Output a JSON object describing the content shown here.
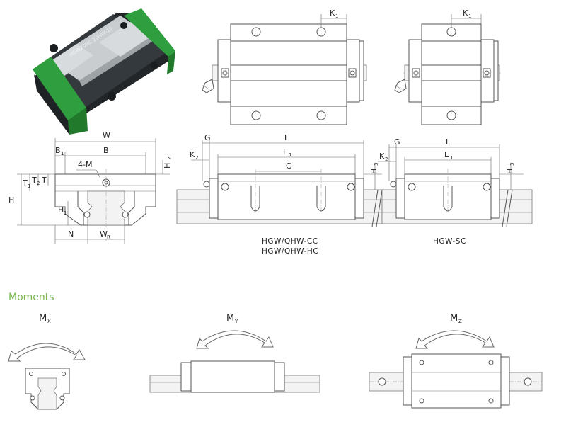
{
  "product_photo": {
    "rail_marking": "HGW20HC 20HW-15"
  },
  "labels": {
    "K1": "K",
    "K1_sub": "1",
    "W": "W",
    "B": "B",
    "B1": "B",
    "B1_sub": "1",
    "M": "4-M",
    "H": "H",
    "H1": "H",
    "H1_sub": "1",
    "H2": "H",
    "H2_sub": "2",
    "H3": "H",
    "H3_sub": "3",
    "T": "T",
    "T1": "T",
    "T1_sub": "1",
    "T2": "T",
    "T2_sub": "2",
    "N": "N",
    "WR": "W",
    "WR_sub": "R",
    "G": "G",
    "L": "L",
    "L1": "L",
    "L1_sub": "1",
    "K2": "K",
    "K2_sub": "2",
    "C": "C"
  },
  "captions": {
    "cc_line1": "HGW/QHW-CC",
    "cc_line2": "HGW/QHW-HC",
    "sc": "HGW-SC"
  },
  "moments": {
    "heading": "Moments",
    "mx": "M",
    "mx_sub": "X",
    "my": "M",
    "my_sub": "Y",
    "mz": "M",
    "mz_sub": "Z"
  },
  "colors": {
    "accent": "#7ab648",
    "block_green": "#2e9e3e",
    "rail_steel": "#b8bcbf",
    "block_dark": "#2b2f33"
  }
}
